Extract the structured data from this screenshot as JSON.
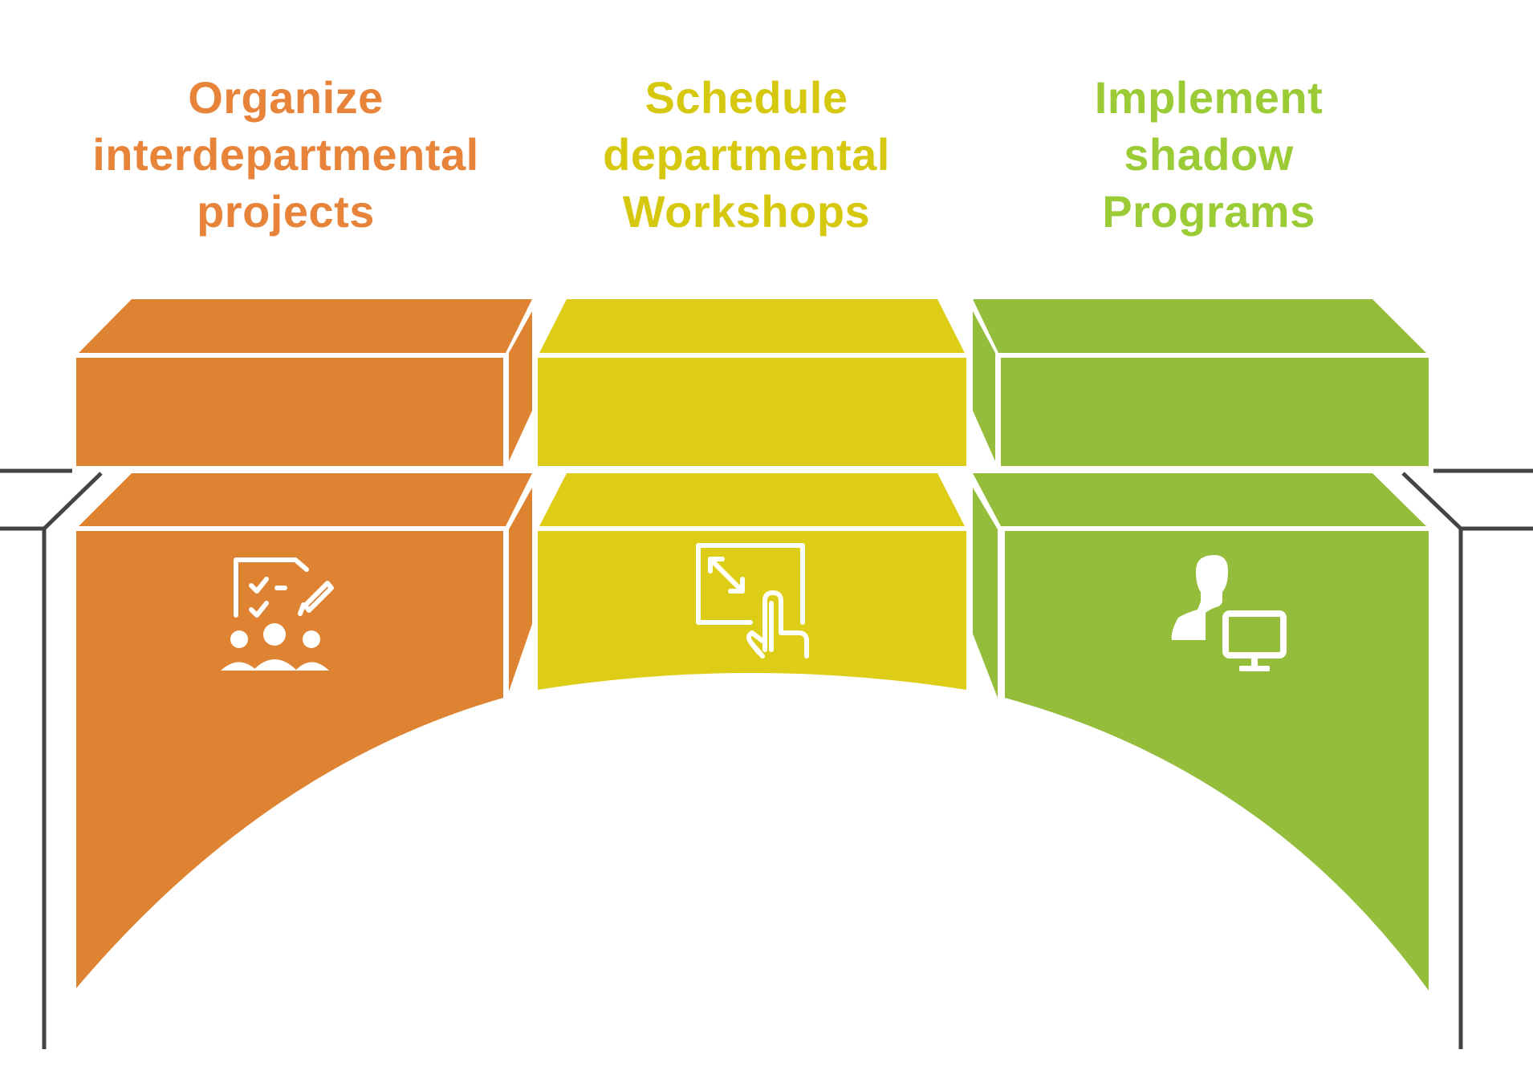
{
  "steps": [
    {
      "lines": [
        "Organize",
        "interdepartmental",
        "projects"
      ],
      "color": "#DE8331",
      "text_color": "#E8843A",
      "icon": "team-checklist-icon"
    },
    {
      "lines": [
        "Schedule",
        "departmental",
        "Workshops"
      ],
      "color": "#DDCD16",
      "text_color": "#D6C70F",
      "icon": "touch-screen-resize-icon"
    },
    {
      "lines": [
        "Implement",
        "shadow",
        "Programs"
      ],
      "color": "#93BD3A",
      "text_color": "#9BCB35",
      "icon": "user-computer-icon"
    }
  ],
  "line_color": "#444444"
}
